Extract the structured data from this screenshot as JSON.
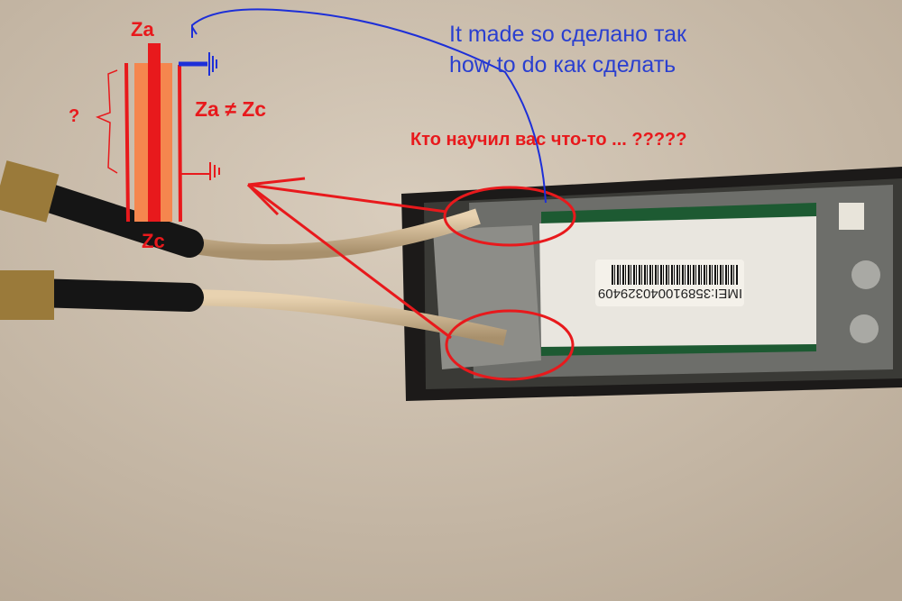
{
  "annotations": {
    "za_label": "Za",
    "zc_label": "Zc",
    "question": "?",
    "inequality": "Za ≠ Zc",
    "blue_line1": "It made so сделано так",
    "blue_line2": "how to do  как сделать",
    "red_question": "Кто научил вас что-то ... ?????"
  },
  "device": {
    "imei_label": "IMEI:358910040329409"
  },
  "colors": {
    "annotation_red": "#e8191c",
    "annotation_blue": "#2a3fd0",
    "dielectric_orange": "#f5864e",
    "background": "#cdbfae"
  }
}
